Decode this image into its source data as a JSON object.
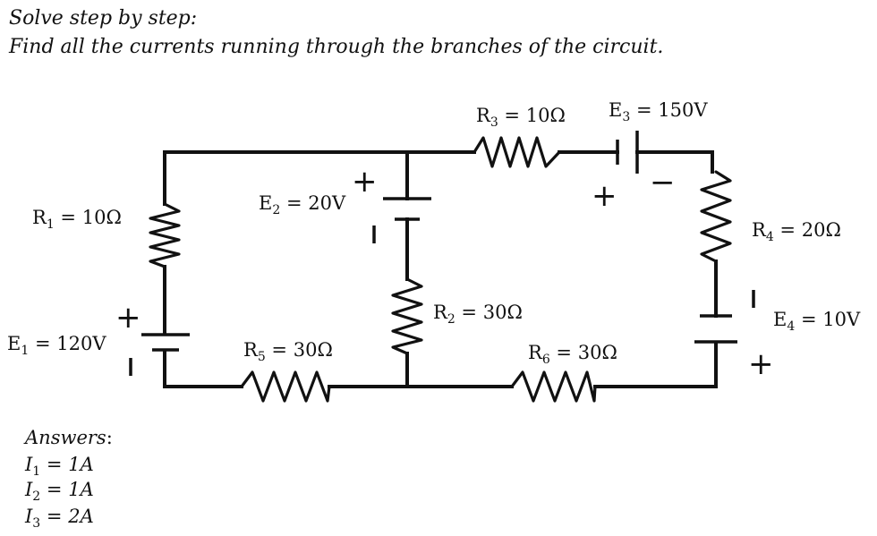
{
  "prompt": {
    "line1": "Solve step by step:",
    "line2": "Find all the currents running through the branches of the circuit."
  },
  "components": {
    "R1": {
      "symbol": "R",
      "sub": "1",
      "value": "10Ω"
    },
    "R2": {
      "symbol": "R",
      "sub": "2",
      "value": "30Ω"
    },
    "R3": {
      "symbol": "R",
      "sub": "3",
      "value": "10Ω"
    },
    "R4": {
      "symbol": "R",
      "sub": "4",
      "value": "20Ω"
    },
    "R5": {
      "symbol": "R",
      "sub": "5",
      "value": "30Ω"
    },
    "R6": {
      "symbol": "R",
      "sub": "6",
      "value": "30Ω"
    },
    "E1": {
      "symbol": "E",
      "sub": "1",
      "value": "120V"
    },
    "E2": {
      "symbol": "E",
      "sub": "2",
      "value": "20V"
    },
    "E3": {
      "symbol": "E",
      "sub": "3",
      "value": "150V"
    },
    "E4": {
      "symbol": "E",
      "sub": "4",
      "value": "10V"
    }
  },
  "equals": "=",
  "polarity": {
    "plus": "+",
    "minus": "−"
  },
  "answers": {
    "title": "Answers",
    "colon": ":",
    "items": [
      {
        "symbol": "I",
        "sub": "1",
        "value": "1A"
      },
      {
        "symbol": "I",
        "sub": "2",
        "value": "1A"
      },
      {
        "symbol": "I",
        "sub": "3",
        "value": "2A"
      }
    ]
  }
}
